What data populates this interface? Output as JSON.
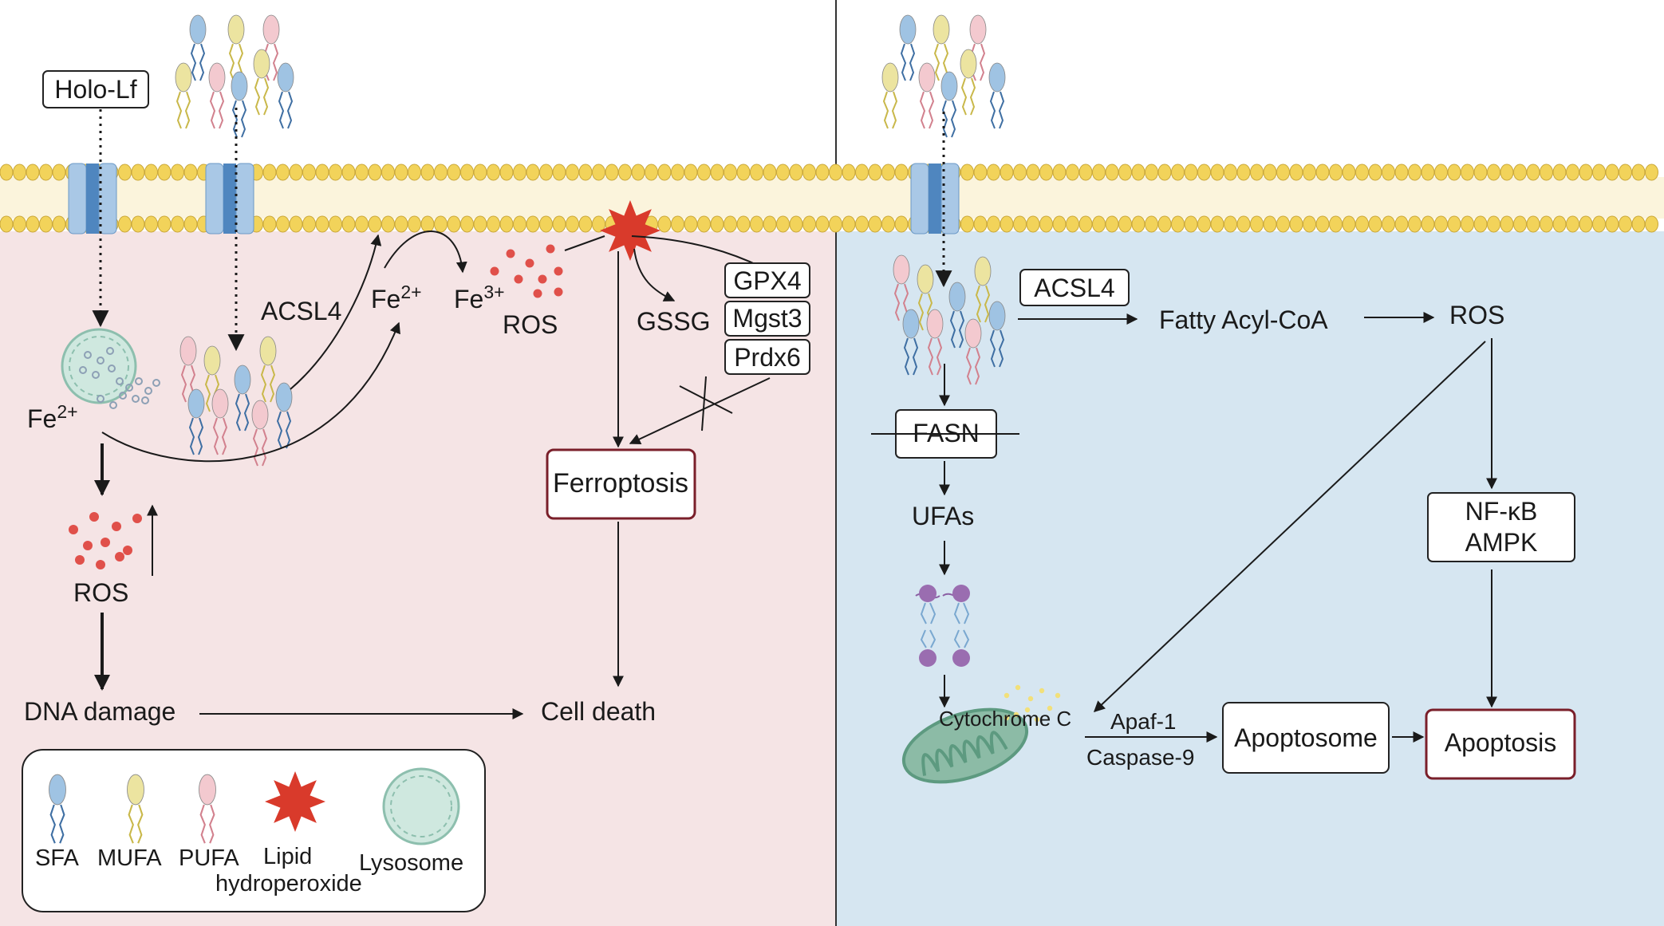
{
  "left_panel": {
    "holo_lf": "Holo-Lf",
    "acsl4": "ACSL4",
    "fe2_top_base": "Fe",
    "fe2_top_sup": "2+",
    "fe3_base": "Fe",
    "fe3_sup": "3+",
    "ros_top": "ROS",
    "gssg": "GSSG",
    "gpx4": "GPX4",
    "mgst3": "Mgst3",
    "prdx6": "Prdx6",
    "fe2_left_base": "Fe",
    "fe2_left_sup": "2+",
    "ros_left": "ROS",
    "ferroptosis": "Ferroptosis",
    "dna_damage": "DNA damage",
    "cell_death": "Cell death"
  },
  "legend": {
    "sfa": "SFA",
    "mufa": "MUFA",
    "pufa": "PUFA",
    "lipid_line1": "Lipid",
    "lipid_line2": "hydroperoxide",
    "lysosome": "Lysosome"
  },
  "right_panel": {
    "acsl4": "ACSL4",
    "fatty_acyl_coa": "Fatty Acyl-CoA",
    "ros": "ROS",
    "fasn": "FASN",
    "ufas": "UFAs",
    "nfkb": "NF-κB",
    "ampk": "AMPK",
    "cytochrome_c": "Cytochrome C",
    "apaf1": "Apaf-1",
    "caspase9": "Caspase-9",
    "apoptosome": "Apoptosome",
    "apoptosis": "Apoptosis"
  },
  "colors": {
    "left_background": "#f5e4e5",
    "right_background": "#d6e6f1",
    "membrane_yellow": "#f2d35a",
    "channel_blue": "#5f93c9",
    "sfa_blue": "#9fc3e3",
    "mufa_yellow": "#ece4a0",
    "pufa_pink": "#f3c9cf",
    "ros_red": "#e0504a",
    "star_red": "#d93a2b",
    "box_dark_red": "#7a1f2a",
    "lysosome_green": "#cfe8df",
    "mito_green": "#6fa68e",
    "purple_bead": "#9a6db0"
  }
}
